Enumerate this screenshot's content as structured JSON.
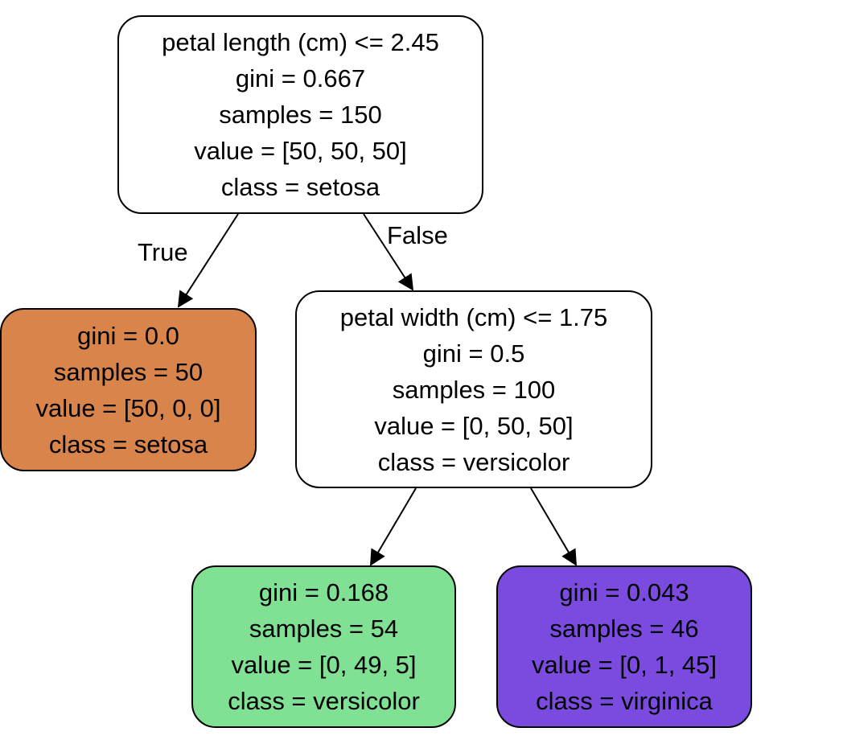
{
  "nodes": [
    {
      "id": "n0",
      "lines": [
        "petal length (cm) <= 2.45",
        "gini = 0.667",
        "samples = 150",
        "value = [50, 50, 50]",
        "class = setosa"
      ],
      "fill": "#ffffff"
    },
    {
      "id": "n1",
      "lines": [
        "gini = 0.0",
        "samples = 50",
        "value = [50, 0, 0]",
        "class = setosa"
      ],
      "fill": "#d8844a"
    },
    {
      "id": "n2",
      "lines": [
        "petal width (cm) <= 1.75",
        "gini = 0.5",
        "samples = 100",
        "value = [0, 50, 50]",
        "class = versicolor"
      ],
      "fill": "#ffffff"
    },
    {
      "id": "n3",
      "lines": [
        "gini = 0.168",
        "samples = 54",
        "value = [0, 49, 5]",
        "class = versicolor"
      ],
      "fill": "#80e194"
    },
    {
      "id": "n4",
      "lines": [
        "gini = 0.043",
        "samples = 46",
        "value = [0, 1, 45]",
        "class = virginica"
      ],
      "fill": "#7b4be0"
    }
  ],
  "edges": [
    {
      "from": "n0",
      "to": "n1",
      "label": "True"
    },
    {
      "from": "n0",
      "to": "n2",
      "label": "False"
    },
    {
      "from": "n2",
      "to": "n3",
      "label": ""
    },
    {
      "from": "n2",
      "to": "n4",
      "label": ""
    }
  ],
  "colors": {
    "stroke": "#000000",
    "background": "#ffffff"
  }
}
